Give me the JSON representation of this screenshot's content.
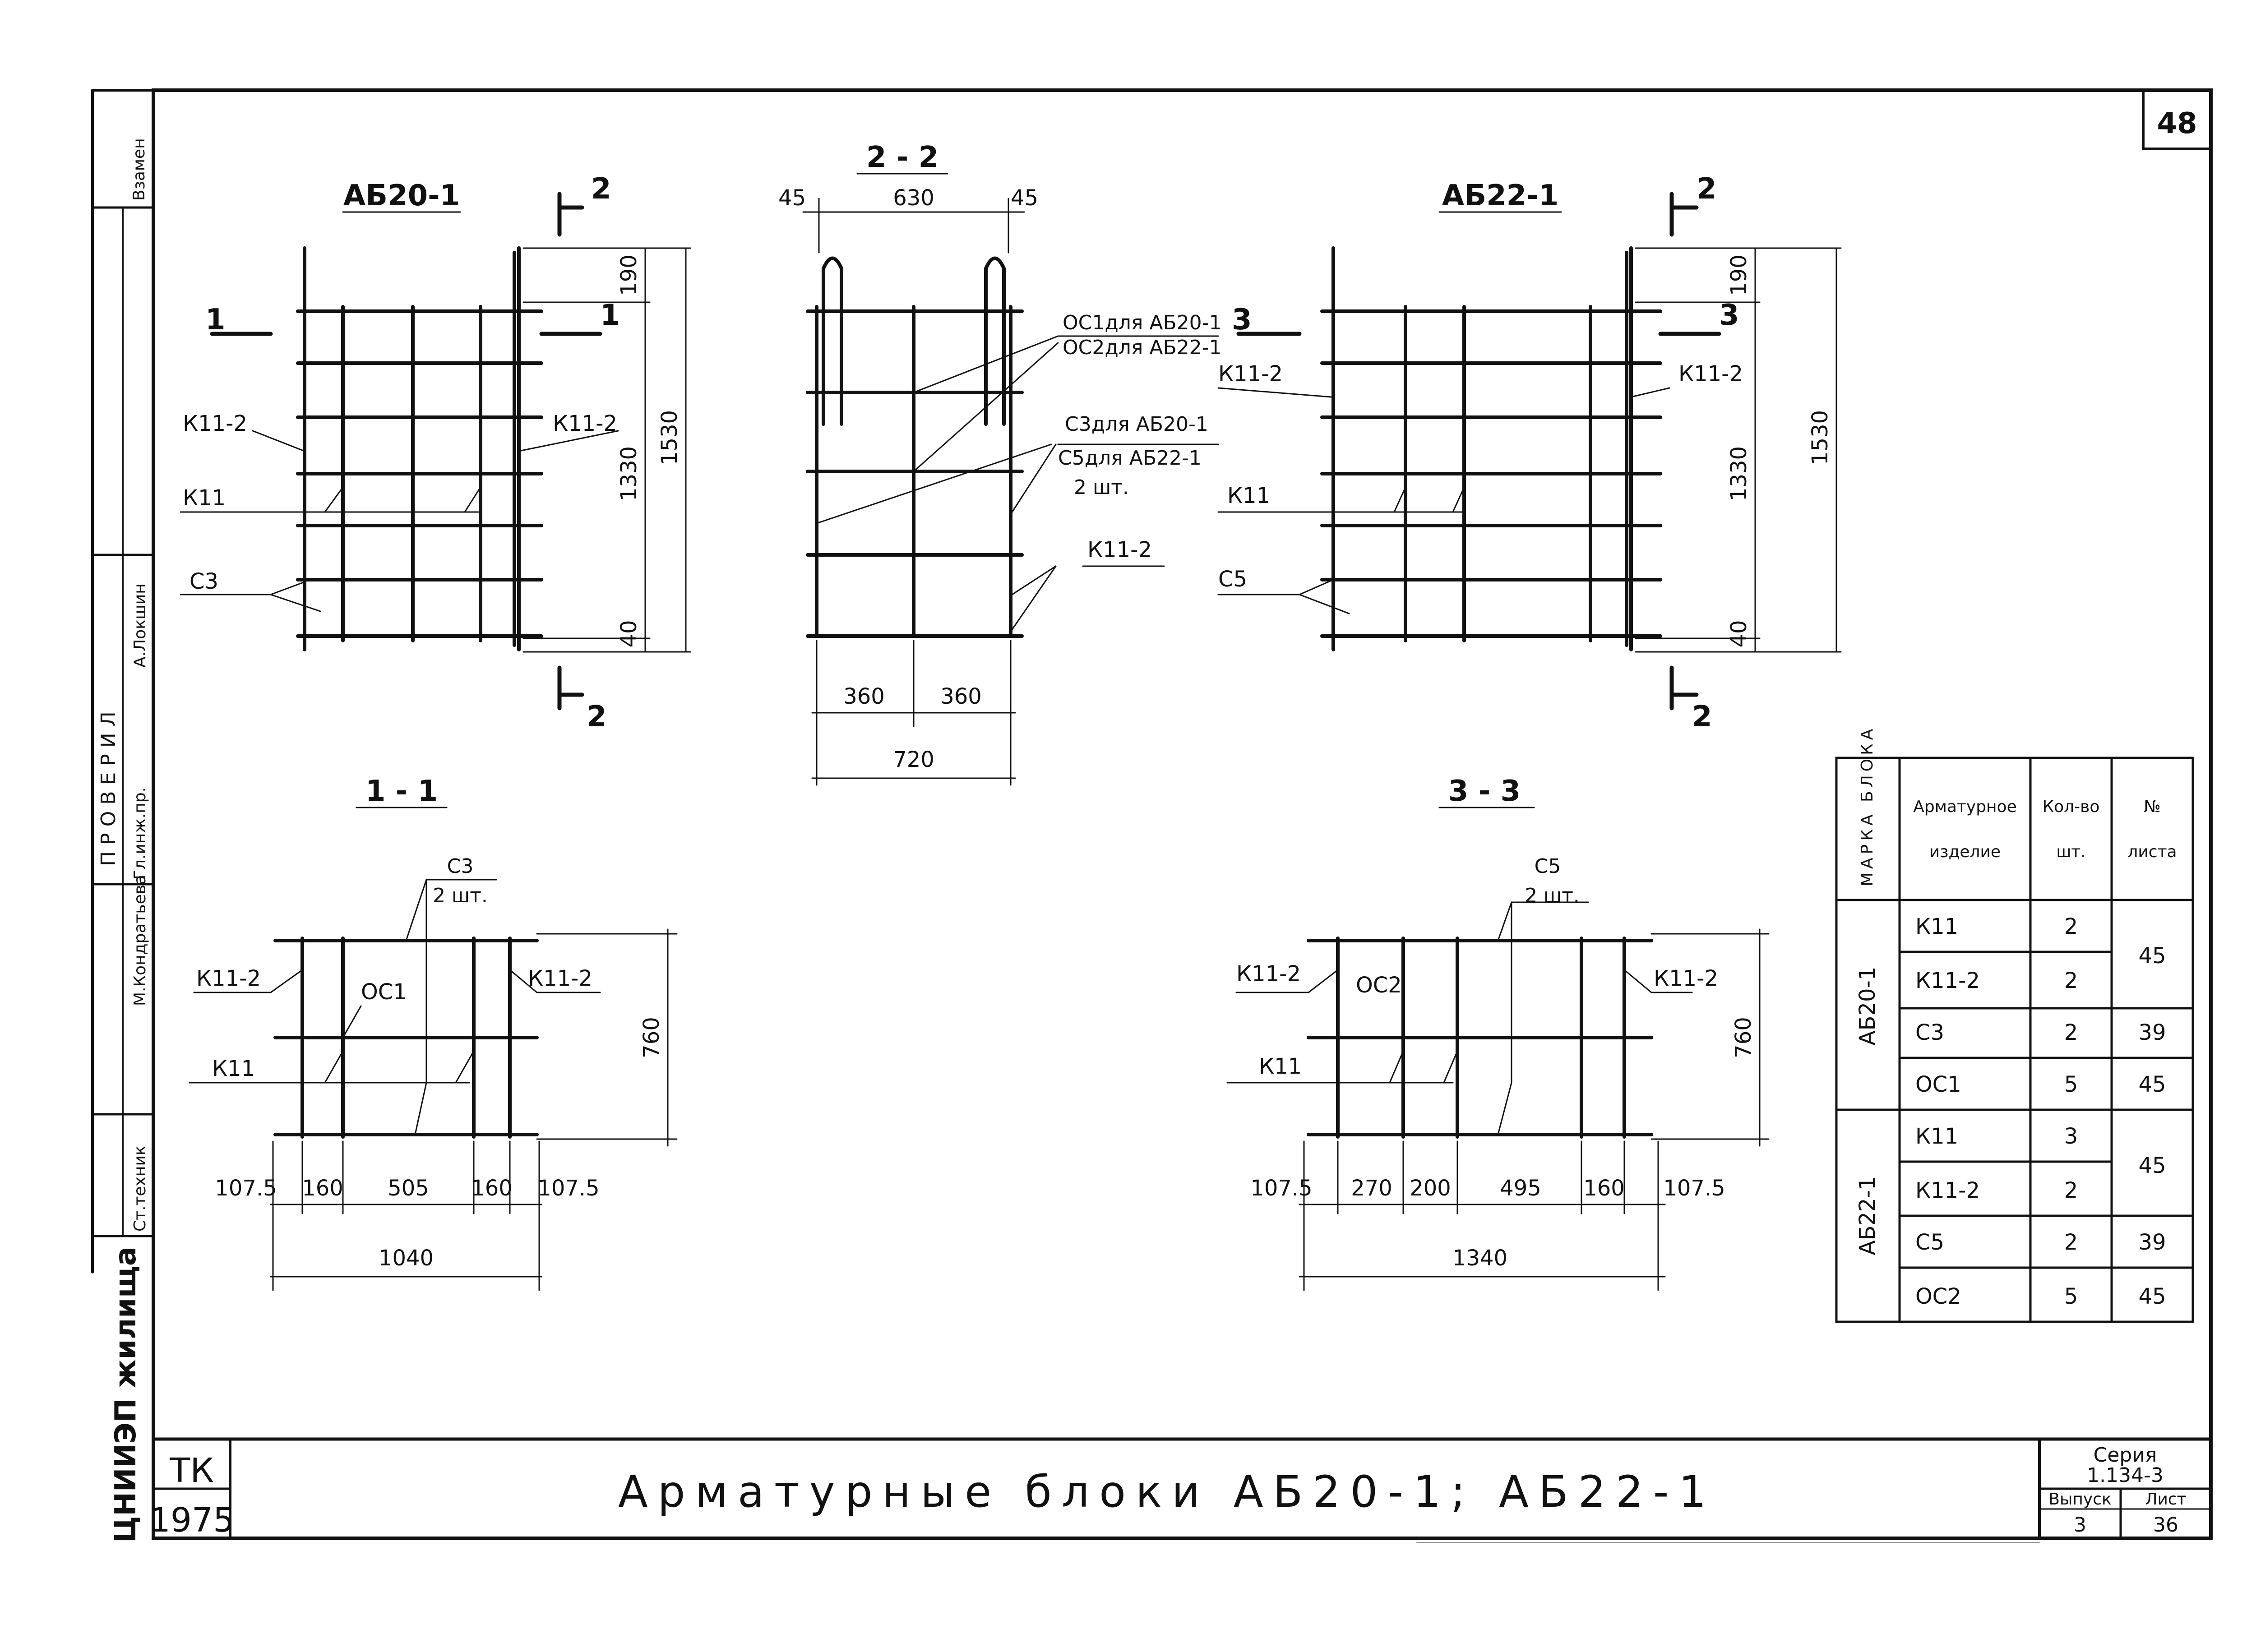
{
  "page_number": "48",
  "left_strip": {
    "zamen": "Взамен",
    "proveril": "ПРОВЕРИЛ",
    "surname_1": "А.Локшин",
    "role_1": "Гл.инж.пр.",
    "surname_2": "М.Кондратьева",
    "role_2": "Ст.техник",
    "org": "ЦНИИЭП жилища"
  },
  "title_block": {
    "tk": "ТК",
    "year": "1975",
    "title": "Арматурные блоки АБ20-1; АБ22-1",
    "series_label": "Серия",
    "series": "1.134-3",
    "vypusk_label": "Выпуск",
    "vypusk": "3",
    "list_label": "Лист",
    "list": "36"
  },
  "views": {
    "ab20": {
      "title": "АБ20-1",
      "cut_2": "2",
      "cut_1": "1",
      "label_k112_left": "К11-2",
      "label_k112_right": "К11-2",
      "label_k11": "К11",
      "label_c3": "С3",
      "dim_190": "190",
      "dim_1330": "1330",
      "dim_40": "40",
      "dim_1530": "1530"
    },
    "sec22": {
      "title": "2 - 2",
      "dim_45_left": "45",
      "dim_630": "630",
      "dim_45_right": "45",
      "oc1": "ОС1для АБ20-1",
      "oc2": "ОС2для АБ22-1",
      "c3": "С3для АБ20-1",
      "c5": "С5для АБ22-1",
      "qty": "2 шт.",
      "k112": "К11-2",
      "dim_360a": "360",
      "dim_360b": "360",
      "dim_720": "720"
    },
    "ab22": {
      "title": "АБ22-1",
      "cut_2": "2",
      "cut_3": "3",
      "label_k112_left": "К11-2",
      "label_k112_right": "К11-2",
      "label_k11": "К11",
      "label_c5": "С5",
      "dim_190": "190",
      "dim_1330": "1330",
      "dim_40": "40",
      "dim_1530": "1530"
    },
    "sec11": {
      "title": "1 - 1",
      "c3": "С3",
      "qty": "2 шт.",
      "oc1": "ОС1",
      "k112_left": "К11-2",
      "k112_right": "К11-2",
      "k11": "К11",
      "dim_760": "760",
      "dims": [
        "107.5",
        "160",
        "505",
        "160",
        "107.5"
      ],
      "dim_total": "1040"
    },
    "sec33": {
      "title": "3 - 3",
      "c5": "С5",
      "qty": "2 шт.",
      "oc2": "ОС2",
      "k112_left": "К11-2",
      "k112_right": "К11-2",
      "k11": "К11",
      "dim_760": "760",
      "dims": [
        "107.5",
        "270",
        "200",
        "495",
        "160",
        "107.5"
      ],
      "dim_total": "1340"
    }
  },
  "table": {
    "h_mark": "МАРКА БЛОКА",
    "h_item_1": "Арматурное",
    "h_item_2": "изделие",
    "h_qty_1": "Кол-во",
    "h_qty_2": "шт.",
    "h_sheet_1": "№",
    "h_sheet_2": "листа",
    "groups": [
      {
        "mark": "АБ20-1",
        "rows": [
          {
            "item": "К11",
            "qty": "2"
          },
          {
            "item": "К11-2",
            "qty": "2"
          },
          {
            "item": "С3",
            "qty": "2"
          },
          {
            "item": "ОС1",
            "qty": "5"
          }
        ],
        "sheets": [
          "45",
          "39",
          "45"
        ]
      },
      {
        "mark": "АБ22-1",
        "rows": [
          {
            "item": "К11",
            "qty": "3"
          },
          {
            "item": "К11-2",
            "qty": "2"
          },
          {
            "item": "С5",
            "qty": "2"
          },
          {
            "item": "ОС2",
            "qty": "5"
          }
        ],
        "sheets": [
          "45",
          "39",
          "45"
        ]
      }
    ]
  }
}
